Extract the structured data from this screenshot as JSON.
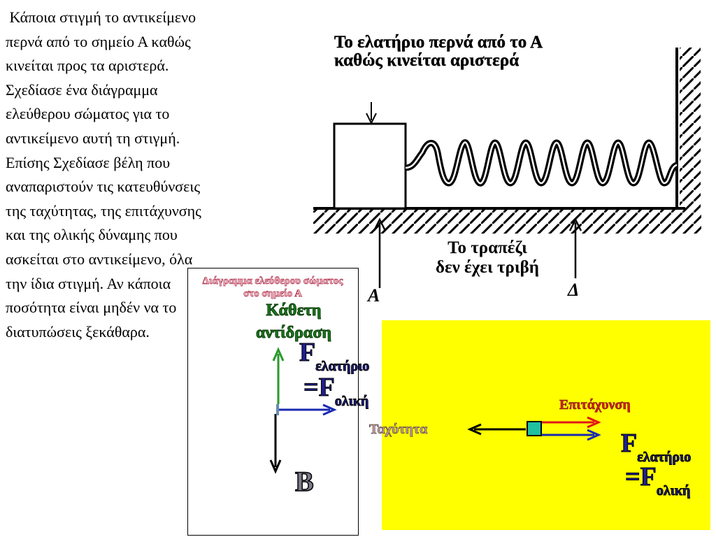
{
  "question_text": " Κάποια στιγμή το αντικείμενο περνά από το σημείο Α καθώς κινείται προς τα αριστερά. Σχεδίασε ένα διάγραμμα ελεύθερου σώματος για το αντικείμενο αυτή τη στιγμή. Επίσης Σχεδίασε βέλη που αναπαριστούν τις κατευθύνσεις της ταχύτητας, της επιτάχυνσης και της ολικής δύναμης που ασκείται στο αντικείμενο, όλα την ίδια στιγμή. Αν κάποια ποσότητα είναι μηδέν να το διατυπώσεις ξεκάθαρα.",
  "figure": {
    "title": "Το ελατήριο περνά από το Α\nκαθώς κινείται αριστερά",
    "table_note": "Το τραπέζι\nδεν έχει τριβή",
    "point_a": "Α",
    "point_d": "Δ"
  },
  "fbd": {
    "caption": "Διάγραμμα ελεύθερου σώματος\nστο σημείο Α",
    "normal_label": "Κάθετη\nαντίδραση",
    "force_f": "F",
    "force_sub_spring": "ελατήριο",
    "force_eq": "=F",
    "force_sub_total": "ολική",
    "b_label": "B"
  },
  "motion": {
    "acceleration_label": "Επιτάχυνση",
    "velocity_label": "Ταχύτητα",
    "force_f": "F",
    "force_sub_spring": "ελατήριο",
    "force_eq": "=F",
    "force_sub_total": "ολική"
  },
  "colors": {
    "highlight_background": "#ffff00",
    "normal_force_arrow": "#2a9a2a",
    "spring_force_arrow": "#1a2ab0",
    "acceleration_arrow": "#e01818",
    "weight_arrow": "#000000",
    "object_square": "#20c0a0"
  }
}
